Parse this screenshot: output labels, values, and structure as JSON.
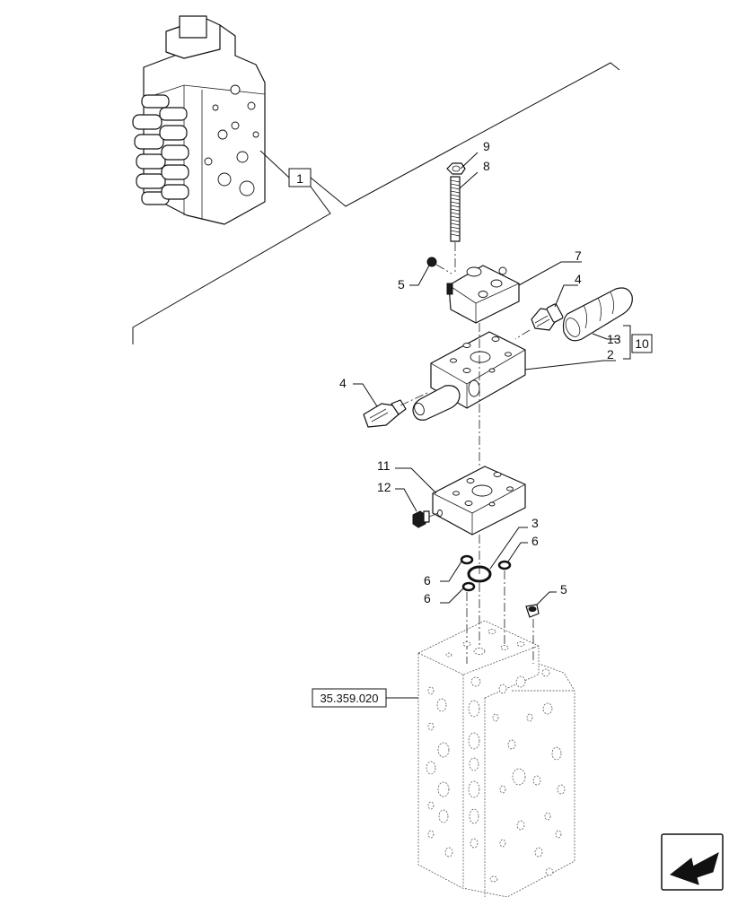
{
  "callouts": {
    "c1": "1",
    "c2": "2",
    "c3": "3",
    "c4a": "4",
    "c4b": "4",
    "c5a": "5",
    "c5b": "5",
    "c6a": "6",
    "c6b": "6",
    "c6c": "6",
    "c7": "7",
    "c8": "8",
    "c9": "9",
    "c10": "10",
    "c11": "11",
    "c12": "12",
    "c13": "13"
  },
  "reference": "35.359.020",
  "nav": {
    "icon": "arrow-left-icon"
  }
}
